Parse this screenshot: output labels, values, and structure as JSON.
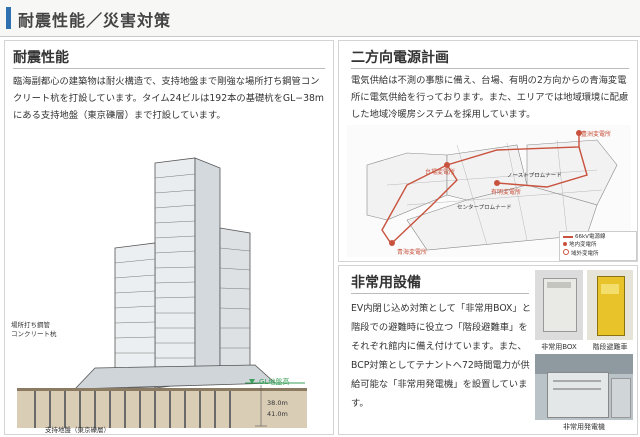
{
  "header": {
    "title": "耐震性能／災害対策"
  },
  "seismic": {
    "title": "耐震性能",
    "body": "臨海副都心の建築物は耐火構造で、支持地盤まで剛強な場所打ち鋼管コンクリート杭を打設しています。タイム24ビルは192本の基礎杭をGL−38mにある支持地盤（東京礫層）まで打設しています。",
    "labels": {
      "pile": "場所打ち鋼管\nコンクリート杭",
      "ground_level": "GL地盤高",
      "depth1": "38.0m",
      "depth2": "41.0m",
      "stratum": "支持地盤（東京礫層）"
    }
  },
  "power": {
    "title": "二方向電源計画",
    "body": "電気供給は不測の事態に備え、台場、有明の2方向からの青海変電所に電気供給を行っております。また、エリアでは地域環境に配慮した地域冷暖房システムを採用しています。",
    "map_labels": {
      "station_top": "豊洲変電所",
      "station_daiba": "台場変電所",
      "station_ariake": "有明変電所",
      "station_aomi": "青海変電所",
      "center_promenade": "センタープロムナード",
      "east_promenade": "ノーストプロムナード"
    },
    "legend": {
      "line": "66kV電源線",
      "item1": "地内変電所",
      "item2": "域外変電所"
    }
  },
  "emergency": {
    "title": "非常用設備",
    "body": "EV内閉じ込め対策として「非常用BOX」と階段での避難時に役立つ「階段避難車」をそれぞれ館内に備え付けています。また、BCP対策としてテナントへ72時間電力が供給可能な「非常用発電機」を設置しています。",
    "captions": {
      "box": "非常用BOX",
      "stair": "階段避難車",
      "generator": "非常用発電機"
    }
  },
  "colors": {
    "accent": "#2e6fb0",
    "power_line": "#c8523d",
    "green": "#3aa05a"
  }
}
